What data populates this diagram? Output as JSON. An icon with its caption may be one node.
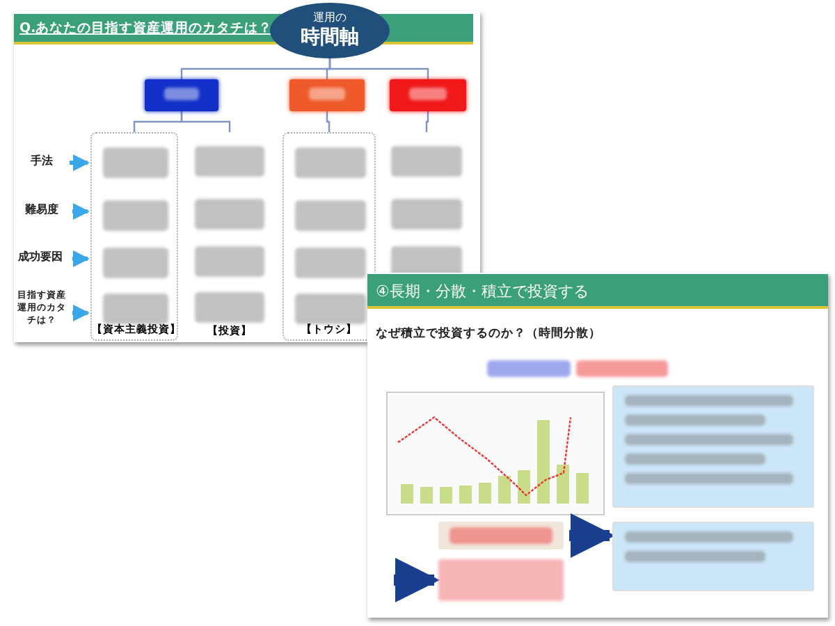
{
  "diagram": {
    "nodes": [
      {
        "text": [
          "運用の",
          "時間軸"
        ]
      },
      {
        "text": [],
        "shape": "box"
      },
      {
        "text": [],
        "shape": "box"
      },
      {
        "text": [],
        "shape": "box"
      },
      {
        "text": [
          "【資本主義投資】"
        ]
      },
      {
        "text": [
          "【投資】"
        ]
      },
      {
        "text": [
          "【トウシ】"
        ]
      },
      {
        "text": [],
        "shape": "box"
      },
      {
        "text": [
          "手法"
        ]
      },
      {
        "text": [
          "難易度"
        ]
      },
      {
        "text": [
          "成功要因"
        ]
      },
      {
        "text": [
          "目指す資産運用のカタチは？"
        ]
      },
      {
        "text": [],
        "shape": "box"
      },
      {
        "text": [],
        "shape": "box"
      },
      {
        "text": [],
        "shape": "box"
      },
      {
        "text": [],
        "shape": "box"
      }
    ],
    "edges": [
      {
        "from": 0,
        "to": 1,
        "arrow": "none"
      },
      {
        "from": 0,
        "to": 2,
        "arrow": "none"
      },
      {
        "from": 0,
        "to": 3,
        "arrow": "none"
      },
      {
        "from": 1,
        "to": 4,
        "arrow": "none"
      },
      {
        "from": 1,
        "to": 5,
        "arrow": "none"
      },
      {
        "from": 2,
        "to": 6,
        "arrow": "none"
      },
      {
        "from": 3,
        "to": 7,
        "arrow": "none"
      },
      {
        "from": 8,
        "to": 4,
        "arrow": "to",
        "style": "thick",
        "color": "#3aa8e8"
      },
      {
        "from": 9,
        "to": 4,
        "arrow": "to",
        "style": "thick",
        "color": "#3aa8e8"
      },
      {
        "from": 10,
        "to": 4,
        "arrow": "to",
        "style": "thick",
        "color": "#3aa8e8"
      },
      {
        "from": 11,
        "to": 4,
        "arrow": "to",
        "style": "thick",
        "color": "#3aa8e8"
      },
      {
        "from": 12,
        "to": 14,
        "arrow": "to",
        "style": "thick",
        "color": "#1a3f8f"
      },
      {
        "from": null,
        "to": 15,
        "arrow": "to",
        "style": "thick",
        "color": "#1a3f8f"
      }
    ],
    "labels": [
      "Q.あなたの目指す資産運用のカタチは？",
      "④長期・分散・積立で投資する",
      "なぜ積立で投資するのか？（時間分散）"
    ]
  }
}
